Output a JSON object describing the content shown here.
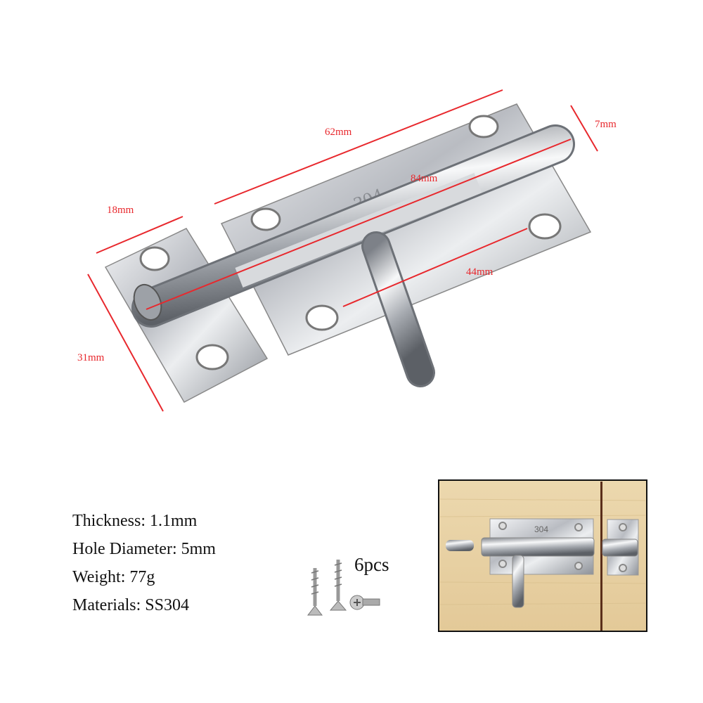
{
  "dimensions": {
    "length_total": "62mm",
    "bolt_diameter": "7mm",
    "bolt_length": "84mm",
    "keeper_width": "18mm",
    "keeper_height": "31mm",
    "hole_spacing": "44mm"
  },
  "plate_marking": "304",
  "specs": [
    "Thickness: 1.1mm",
    "Hole Diameter: 5mm",
    "Weight: 77g",
    "Materials: SS304"
  ],
  "screws": {
    "count_label": "6pcs"
  },
  "colors": {
    "dimension_lines": "#e8282d",
    "wood": "#e9d4a9",
    "steel": "#c9ccd1"
  }
}
